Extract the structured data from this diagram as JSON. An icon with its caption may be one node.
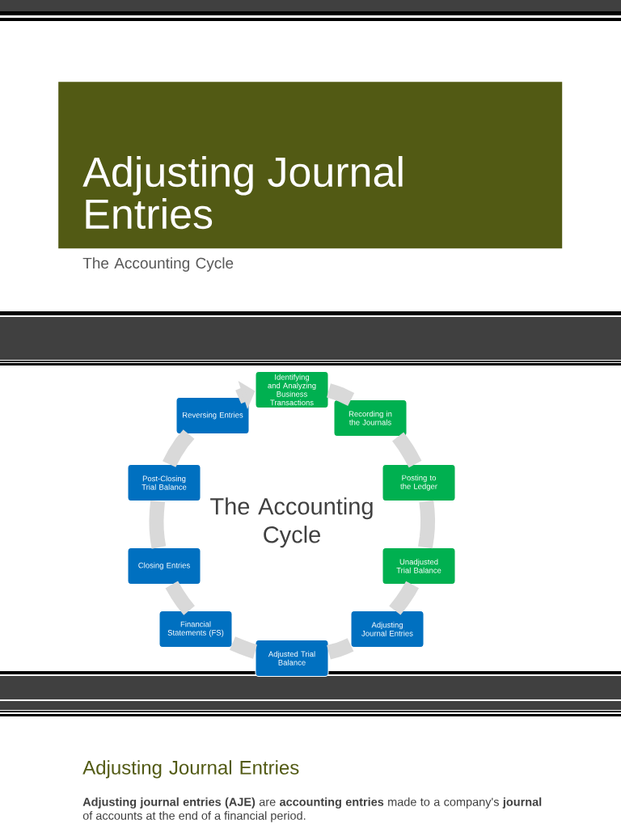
{
  "diagram": {
    "nodes": [
      {
        "text": [
          "Adjusting Journal Entries"
        ],
        "beside": [
          "The Accounting Cycle"
        ]
      },
      {
        "text": [
          "Identifying and Analyzing Business Transactions"
        ]
      },
      {
        "text": [
          "Recording in the Journals"
        ]
      },
      {
        "text": [
          "Posting to the Ledger"
        ]
      },
      {
        "text": [
          "Unadjusted Trial Balance"
        ]
      },
      {
        "text": [
          "Adjusting Journal Entries"
        ]
      },
      {
        "text": [
          "Adjusted Trial Balance"
        ]
      },
      {
        "text": [
          "Financial Statements (FS)"
        ]
      },
      {
        "text": [
          "Closing Entries"
        ]
      },
      {
        "text": [
          "Post-Closing Trial Balance"
        ]
      },
      {
        "text": [
          "Reversing Entries"
        ]
      }
    ],
    "edges": [
      {
        "from": 1,
        "to": 2,
        "arrow": "none"
      },
      {
        "from": 2,
        "to": 3,
        "arrow": "none"
      },
      {
        "from": 3,
        "to": 4,
        "arrow": "none"
      },
      {
        "from": 4,
        "to": 5,
        "arrow": "none"
      },
      {
        "from": 5,
        "to": 6,
        "arrow": "none"
      },
      {
        "from": 6,
        "to": 7,
        "arrow": "none"
      },
      {
        "from": 7,
        "to": 8,
        "arrow": "none"
      },
      {
        "from": 8,
        "to": 9,
        "arrow": "none"
      },
      {
        "from": 9,
        "to": 10,
        "arrow": "none"
      },
      {
        "from": 10,
        "to": 1,
        "arrow": "to"
      }
    ],
    "labels": [
      "The Accounting Cycle",
      "Adjusting Journal Entries",
      "**Adjusting journal entries (AJE)** are **accounting entries** made to a company's **journal** of accounts at the end of a financial period."
    ]
  }
}
